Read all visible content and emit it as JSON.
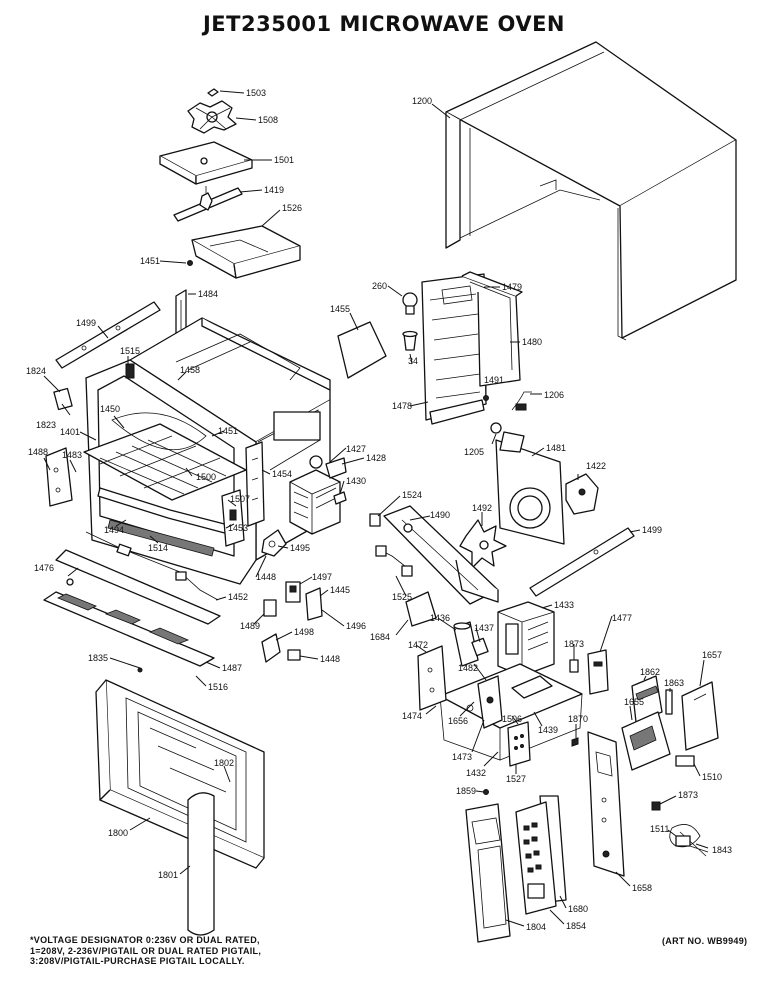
{
  "title": "JET235001 MICROWAVE OVEN",
  "footnote": [
    "*VOLTAGE DESIGNATOR 0:236V OR DUAL RATED,",
    "1=208V, 2-236V/PIGTAIL OR DUAL RATED PIGTAIL,",
    "3:208V/PIGTAIL-PURCHASE PIGTAIL LOCALLY."
  ],
  "art_no": "(ART NO. WB9949)",
  "part_labels": {
    "p1503": "1503",
    "p1508": "1508",
    "p1501": "1501",
    "p1419": "1419",
    "p1526": "1526",
    "p1451": "1451",
    "p1200": "1200",
    "p1484": "1484",
    "p1499a": "1499",
    "p1455": "1455",
    "p260": "260",
    "p1479": "1479",
    "p1515": "1515",
    "p1824": "1824",
    "p1458": "1458",
    "p34": "34",
    "p1480": "1480",
    "p1823": "1823",
    "p1450": "1450",
    "p1451b": "1451",
    "p1478": "1478",
    "p1491": "1491",
    "p1206": "1206",
    "p1401": "1401",
    "p1205": "1205",
    "p1427": "1427",
    "p1488": "1488",
    "p1483": "1483",
    "p1428": "1428",
    "p1481": "1481",
    "p1422": "1422",
    "p1454": "1454",
    "p1500": "1500",
    "p1430": "1430",
    "p1524": "1524",
    "p1490": "1490",
    "p1492": "1492",
    "p1507": "1507",
    "p1494": "1494",
    "p1453": "1453",
    "p1499b": "1499",
    "p1514": "1514",
    "p1495": "1495",
    "p1476": "1476",
    "p1448": "1448",
    "p1497": "1497",
    "p1445": "1445",
    "p1452": "1452",
    "p1525": "1525",
    "p1433": "1433",
    "p1489": "1489",
    "p1496": "1496",
    "p1684": "1684",
    "p1436": "1436",
    "p1437": "1437",
    "p1873a": "1873",
    "p1477": "1477",
    "p1498": "1498",
    "p1448b": "1448",
    "p1487": "1487",
    "p1472": "1472",
    "p1482": "1482",
    "p1835": "1835",
    "p1516": "1516",
    "p1862": "1862",
    "p1657": "1657",
    "p1863": "1863",
    "p1655": "1655",
    "p1870": "1870",
    "p1474": "1474",
    "p1656": "1656",
    "p1506": "1506",
    "p1439": "1439",
    "p1473": "1473",
    "p1802": "1802",
    "p1432": "1432",
    "p1527": "1527",
    "p1510": "1510",
    "p1873b": "1873",
    "p1859": "1859",
    "p1800": "1800",
    "p1511": "1511",
    "p1843": "1843",
    "p1801": "1801",
    "p1658": "1658",
    "p1680": "1680",
    "p1804": "1804",
    "p1854": "1854"
  }
}
